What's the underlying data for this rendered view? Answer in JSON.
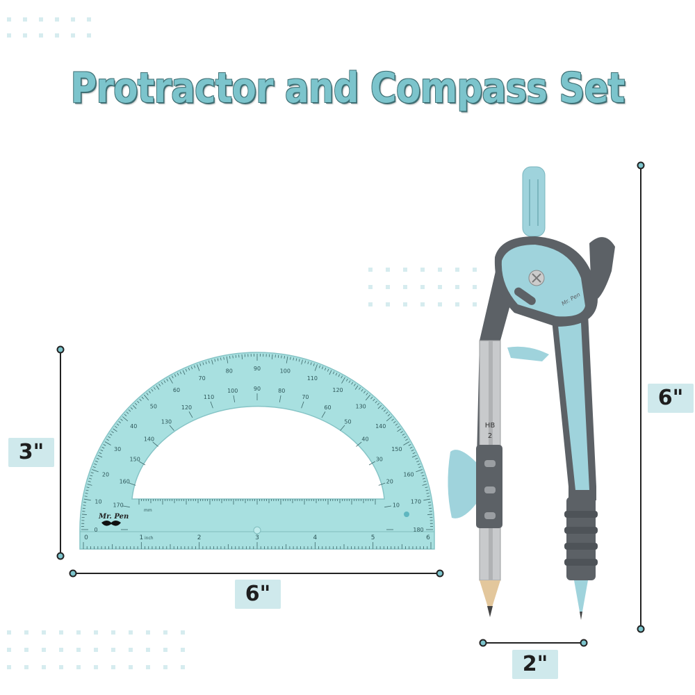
{
  "title": "Protractor and Compass Set",
  "dimensions": {
    "protractor_height": "3\"",
    "protractor_width": "6\"",
    "compass_height": "6\"",
    "compass_width": "2\""
  },
  "protractor": {
    "brand": "Mr. Pen",
    "outer_scale": [
      "0",
      "10",
      "20",
      "30",
      "40",
      "50",
      "60",
      "70",
      "80",
      "90",
      "100",
      "110",
      "120",
      "130",
      "140",
      "150",
      "160",
      "170",
      "180"
    ],
    "inch_labels": [
      "0",
      "1",
      "2",
      "3",
      "4",
      "5",
      "6"
    ],
    "inch_unit": "inch",
    "mm_unit": "mm"
  },
  "compass": {
    "brand": "Mr. Pen",
    "pencil_grade": "HB",
    "pencil_number": "2"
  },
  "colors": {
    "accent": "#7cc4cc",
    "label_bg": "#cfe9ec",
    "protractor": "#a8e0e0",
    "compass_body": "#5c6166",
    "compass_accent": "#9fd3dc"
  }
}
